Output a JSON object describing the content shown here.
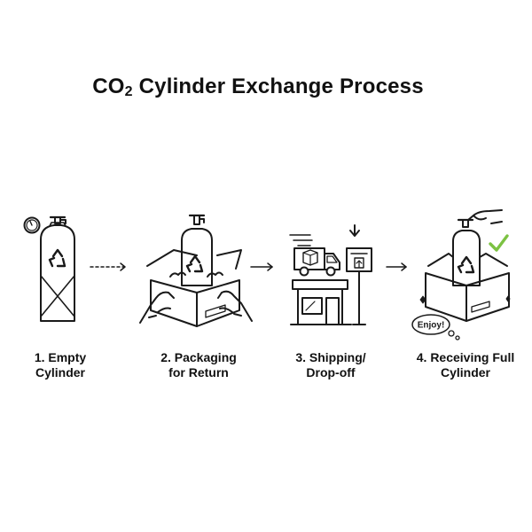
{
  "title": {
    "prefix": "CO",
    "subscript": "2",
    "suffix": " Cylinder Exchange Process"
  },
  "steps": [
    {
      "line1": "1. Empty",
      "line2": "Cylinder",
      "icon": "empty-cylinder-crossed-icon"
    },
    {
      "line1": "2. Packaging",
      "line2": "for Return",
      "icon": "cylinder-in-box-icon"
    },
    {
      "line1": "3. Shipping/",
      "line2": "Drop-off",
      "icon": "delivery-truck-shop-icon"
    },
    {
      "line1": "4. Receiving Full",
      "line2": "Cylinder",
      "icon": "cylinder-delivered-box-icon"
    }
  ],
  "bubble_text": "Enjoy!",
  "colors": {
    "line": "#1a1a1a",
    "accent_check": "#7cc242",
    "background": "#ffffff"
  }
}
